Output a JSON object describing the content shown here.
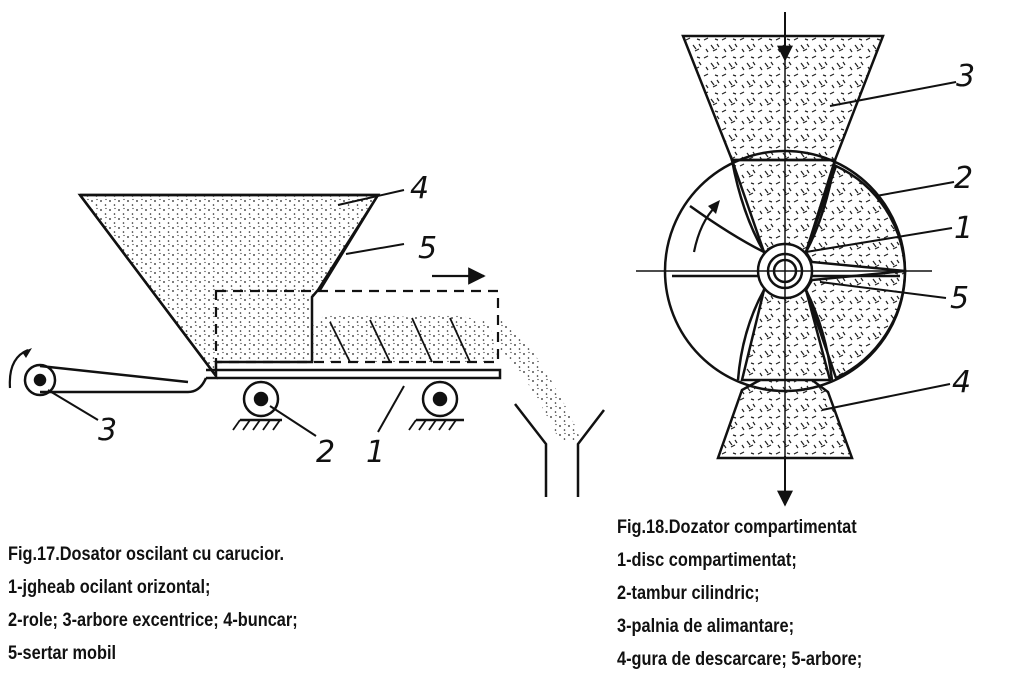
{
  "fig17": {
    "labels": {
      "l1": "1",
      "l2": "2",
      "l3": "3",
      "l4": "4",
      "l5": "5"
    },
    "caption": [
      "Fig.17.Dosator oscilant cu carucior.",
      "1-jgheab ocilant orizontal;",
      "2-role; 3-arbore excentrice; 4-buncar;",
      "5-sertar mobil"
    ]
  },
  "fig18": {
    "labels": {
      "l1": "1",
      "l2": "2",
      "l3": "3",
      "l4": "4",
      "l5": "5"
    },
    "caption": [
      "Fig.18.Dozator compartimentat",
      "1-disc compartimentat;",
      "2-tambur cilindric;",
      "3-palnia de alimantare;",
      "4-gura de descarcare; 5-arbore;"
    ]
  }
}
